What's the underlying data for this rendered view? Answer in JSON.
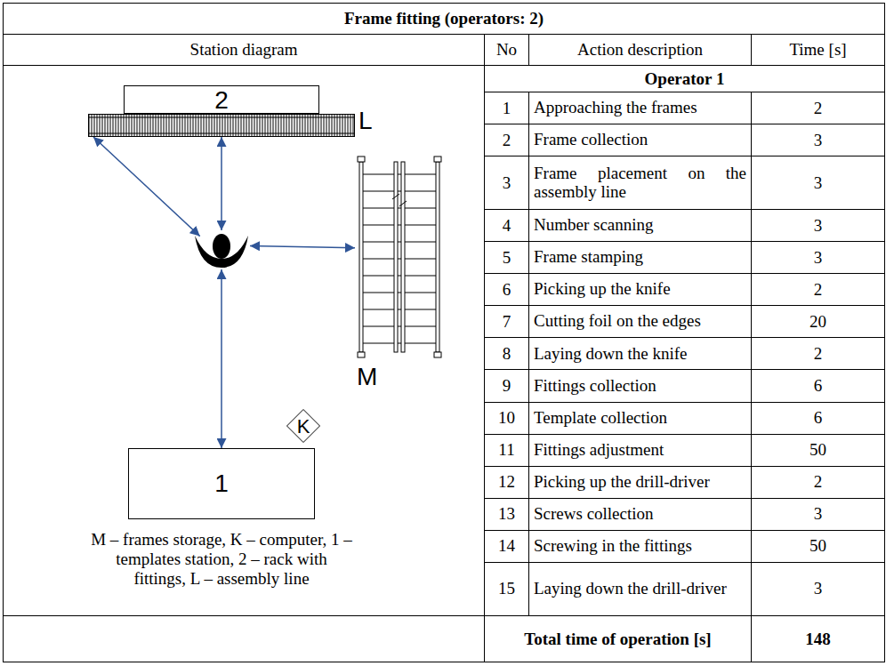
{
  "diagram": {
    "title": "Frame fitting (operators: 2)",
    "nodes": [
      {
        "text": [
          "2"
        ]
      },
      {
        "text": [
          "L"
        ]
      },
      {
        "text": []
      },
      {
        "text": [
          "M"
        ]
      },
      {
        "text": [
          "K"
        ]
      },
      {
        "text": [
          "1"
        ]
      }
    ],
    "edges": [
      {
        "from": 2,
        "to": 1,
        "arrow": "both"
      },
      {
        "from": 2,
        "to": 1,
        "arrow": "both"
      },
      {
        "from": 2,
        "to": 3,
        "arrow": "both"
      },
      {
        "from": 2,
        "to": 5,
        "arrow": "both"
      }
    ],
    "labels": [
      "Station diagram",
      "No",
      "Action description",
      "Time [s]",
      "Operator 1",
      "1",
      "Approaching the frames",
      "2",
      "2",
      "Frame collection",
      "3",
      "3",
      "Frame placement on the assembly line",
      "3",
      "4",
      "Number scanning",
      "3",
      "5",
      "Frame stamping",
      "3",
      "6",
      "Picking up the knife",
      "2",
      "7",
      "Cutting foil on the edges",
      "20",
      "8",
      "Laying down the knife",
      "2",
      "9",
      "Fittings collection",
      "6",
      "10",
      "Template collection",
      "6",
      "11",
      "Fittings adjustment",
      "50",
      "12",
      "Picking up the drill-driver",
      "2",
      "13",
      "Screws collection",
      "3",
      "14",
      "Screwing in the fittings",
      "50",
      "15",
      "Laying down the drill-driver",
      "3",
      "Total time of operation [s]",
      "148",
      "M – frames storage, K – computer, 1 – templates station, 2 – rack with fittings, L – assembly line"
    ]
  }
}
